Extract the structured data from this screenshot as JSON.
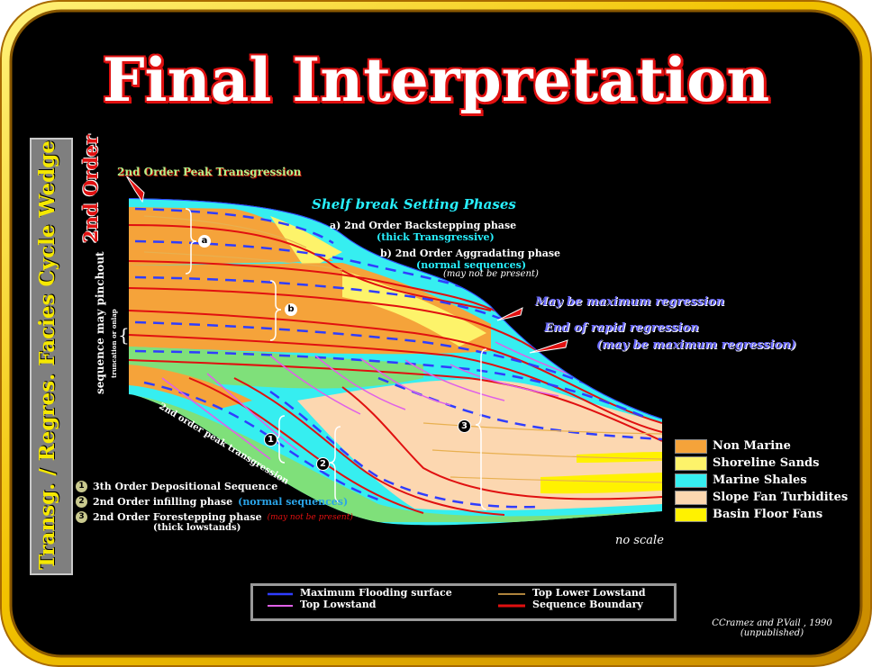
{
  "title": "Final Interpretation",
  "side_label": "Transg. / Regres. Facies Cycle Wedge",
  "order_label": "2nd Order",
  "pinchout_main": "sequence may pinchout",
  "pinchout_sub": "truncation or onlap",
  "peak_transgression": "2nd Order Peak Transgression",
  "peak_transgression_lower": "2nd order peak transgression",
  "shelf_heading": "Shelf break Setting Phases",
  "phase_a": {
    "marker": "a",
    "label": "a) 2nd Order Backstepping phase",
    "note": "(thick Transgressive)"
  },
  "phase_b": {
    "marker": "b",
    "label": "b) 2nd Order Aggradating phase",
    "note": "(normal sequences)",
    "note2": "(may not be present)"
  },
  "max_regression": "May be maximum regression",
  "end_rapid": "End of rapid regression",
  "end_rapid_note": "(may be maximum regression)",
  "markers": [
    "1",
    "2",
    "3"
  ],
  "numbered_notes": [
    {
      "num": "1",
      "text": "3th Order Depositional Sequence",
      "extra": ""
    },
    {
      "num": "2",
      "text": "2nd Order infilling phase",
      "extra": "(normal sequences)"
    },
    {
      "num": "3",
      "text": "2nd Order Forestepping phase",
      "extra": "(may not be present)"
    }
  ],
  "thick_lowstands": "(thick lowstands)",
  "no_scale": "no scale",
  "facies_legend": [
    {
      "label": "Non Marine",
      "color": "#f5a33a"
    },
    {
      "label": "Shoreline Sands",
      "color": "#fdf36a"
    },
    {
      "label": "Marine  Shales",
      "color": "#36eef0"
    },
    {
      "label": "Slope Fan Turbidites",
      "color": "#fcd7b0"
    },
    {
      "label": "Basin Floor Fans",
      "color": "#fff200"
    }
  ],
  "line_legend": [
    {
      "label": "Maximum Flooding surface",
      "color": "#2f3dff"
    },
    {
      "label": "Top Lowstand",
      "color": "#e060e8"
    },
    {
      "label": "Top Lower Lowstand",
      "color": "#e8b050"
    },
    {
      "label": "Sequence Boundary",
      "color": "#e01010"
    }
  ],
  "credit_line1": "CCramez and P.Vail , 1990",
  "credit_line2": "(unpublished)",
  "colors": {
    "frame_outer": "#f5c800",
    "frame_inner": "#b06a00",
    "title_outline": "#e01010",
    "background": "#000000"
  }
}
